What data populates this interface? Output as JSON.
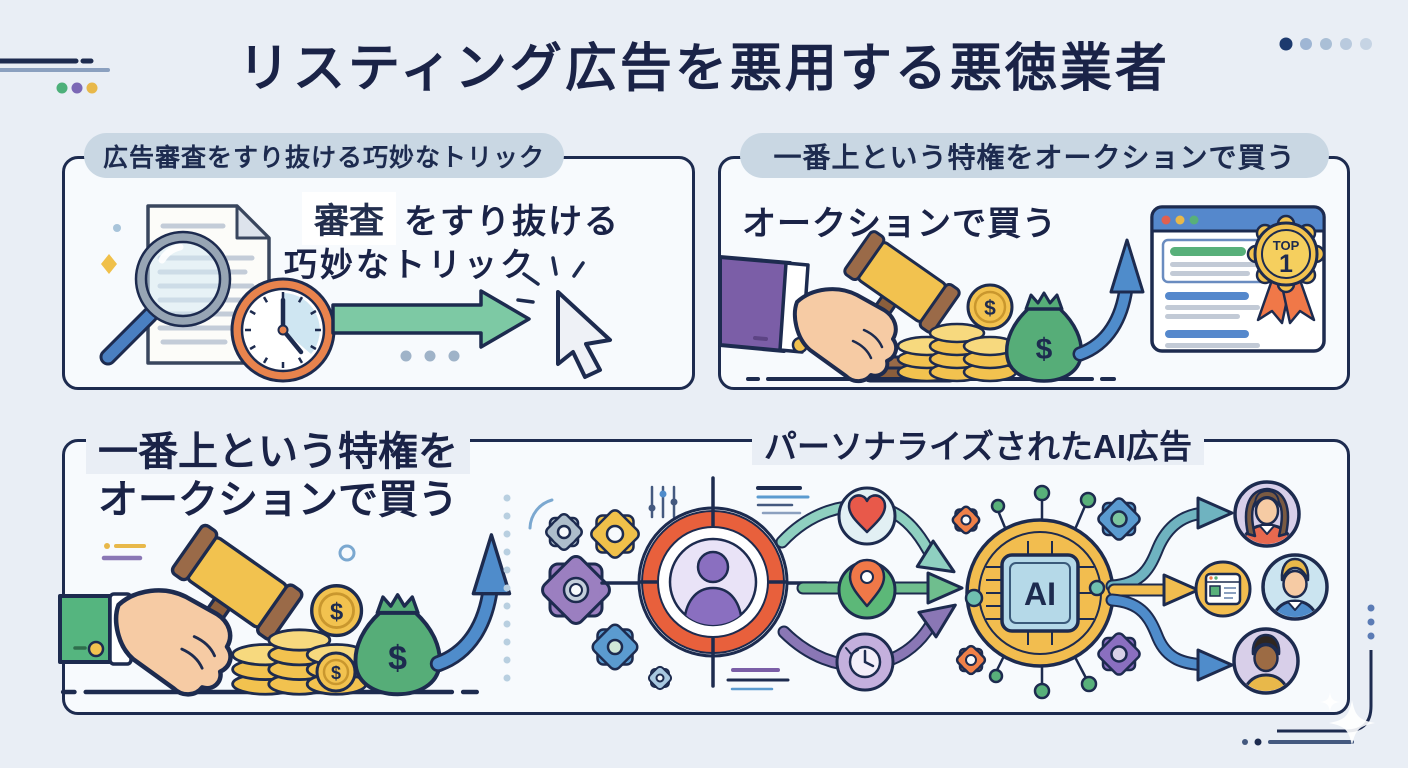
{
  "title": "リスティング広告を悪用する悪徳業者",
  "currency_symbol": "$",
  "panel_review_trick": {
    "header": "広告審査をすり抜ける巧妙なトリック",
    "line1_highlight": "審査",
    "line1_rest": "をすり抜ける",
    "line2": "巧妙なトリック"
  },
  "panel_auction_top": {
    "header": "一番上という特権をオークションで買う",
    "body": "オークションで買う",
    "badge_top": "TOP",
    "badge_rank": "1"
  },
  "panel_auction_bottom": {
    "title_line1": "一番上という特権を",
    "title_line2": "オークションで買う"
  },
  "panel_ai_ads": {
    "title": "パーソナライズされたAI広告",
    "chip_label": "AI"
  },
  "icons": [
    "magnifier-icon",
    "document-icon",
    "clock-icon",
    "green-arrow-icon",
    "cursor-icon",
    "gavel-icon",
    "hand-icon",
    "coins-icon",
    "money-bag-icon",
    "growth-arrow-icon",
    "browser-window-icon",
    "top1-badge-icon",
    "gear-icon",
    "sliders-icon",
    "target-user-icon",
    "heart-icon",
    "location-pin-icon",
    "history-clock-icon",
    "ai-chip-icon",
    "ad-window-icon",
    "avatar-woman-icon",
    "avatar-man-blond-icon",
    "avatar-man-dark-icon"
  ],
  "colors": {
    "background": "#e9eef5",
    "panel_background": "#f7fafd",
    "outline": "#1d2b4f",
    "pill_background": "#c9d7e3",
    "gold": "#f2c24f",
    "clock_orange": "#e8834d",
    "target_orange": "#e8603c",
    "money_green": "#56ad78",
    "arrow_green": "#7dc9a4",
    "arrow_blue": "#4f8ccb",
    "purple": "#8a6fc0",
    "teal": "#8fd0c0"
  }
}
